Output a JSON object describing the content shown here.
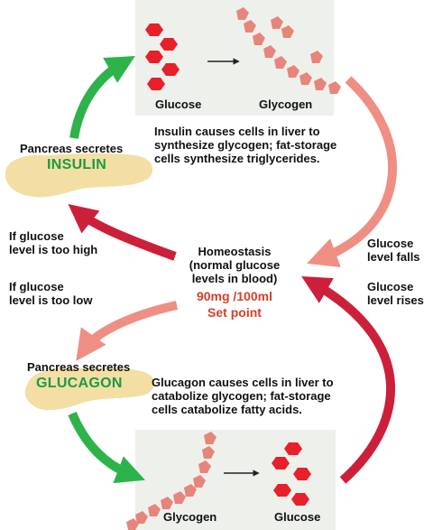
{
  "top_box": {
    "glucose_label": "Glucose",
    "glycogen_label": "Glycogen"
  },
  "insulin": {
    "pancreas_label": "Pancreas secretes",
    "hormone": "INSULIN",
    "effect": "Insulin causes cells in liver to\nsynthesize glycogen; fat-storage\ncells synthesize triglycerides."
  },
  "left_conditions": {
    "too_high": "If glucose\nlevel is too high",
    "too_low": "If glucose\nlevel is too low"
  },
  "right_conditions": {
    "falls": "Glucose\nlevel falls",
    "rises": "Glucose\nlevel rises"
  },
  "homeostasis": {
    "title": "Homeostasis\n(normal glucose\nlevels in blood)",
    "value": "90mg /100ml",
    "set_point": "Set point"
  },
  "glucagon": {
    "pancreas_label": "Pancreas secretes",
    "hormone": "GLUCAGON",
    "effect": "Glucagon causes cells in liver to\ncatabolize glycogen; fat-storage\ncells catabolize fatty acids."
  },
  "bottom_box": {
    "glycogen_label": "Glycogen",
    "glucose_label": "Glucose"
  },
  "colors": {
    "green_arrow": "#2db34a",
    "dark_red_arrow": "#cc1f3a",
    "salmon_arrow": "#ef8f84",
    "hexagon": "#e8202a",
    "chain": "#e7857a",
    "pancreas": "#f3dfa4",
    "box_bg": "#eef0ec"
  }
}
